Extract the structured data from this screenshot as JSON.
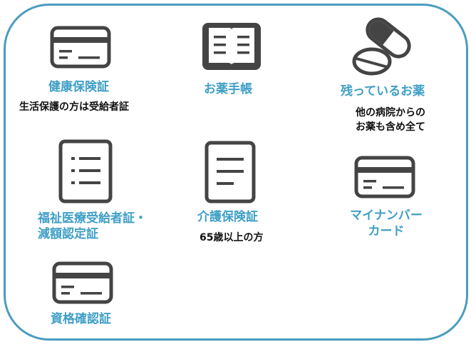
{
  "items": {
    "health_insurance": {
      "label": "健康保険証",
      "note": "生活保護の方は受給者証",
      "icon": "card-icon"
    },
    "medication_notebook": {
      "label": "お薬手帳",
      "icon": "book-icon"
    },
    "remaining_medicine": {
      "label": "残っているお薬",
      "note_line1": "他の病院からの",
      "note_line2": "お薬も含め全て",
      "icon": "pills-icon"
    },
    "welfare_medical": {
      "label_line1": "福祉医療受給者証・",
      "label_line2": "減額認定証",
      "icon": "document-list-icon"
    },
    "care_insurance": {
      "label": "介護保険証",
      "note": "65歳以上の方",
      "icon": "document-icon"
    },
    "my_number": {
      "label_line1": "マイナンバー",
      "label_line2": "カード",
      "icon": "card-icon"
    },
    "qualification": {
      "label": "資格確認証",
      "icon": "card-icon"
    }
  },
  "colors": {
    "border": "#4a9cc0",
    "label": "#3f9fc6",
    "icon": "#444444"
  }
}
